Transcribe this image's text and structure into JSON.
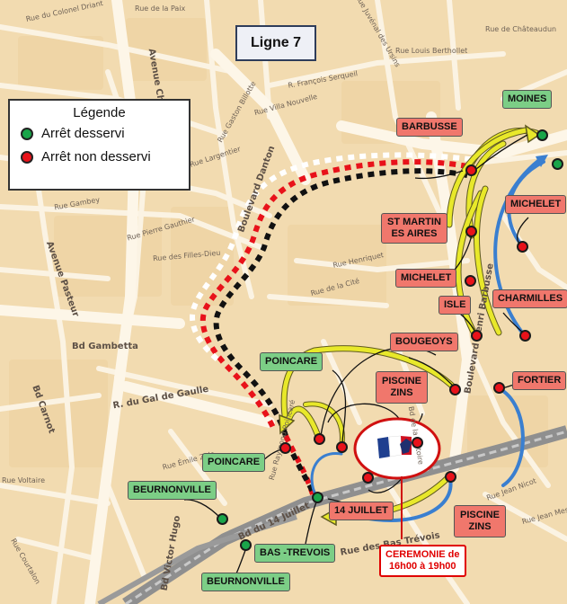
{
  "title": "Ligne 7",
  "legend": {
    "title": "Légende",
    "served": "Arrêt desservi",
    "not_served": "Arrêt non desservi"
  },
  "colors": {
    "served": "#1aa54a",
    "not_served": "#e8121a",
    "label_red": "#f0776c",
    "label_green": "#7cce86",
    "detour_arrow": "#e8e82a",
    "blue_arrow": "#3a7fd0"
  },
  "stops": [
    {
      "name": "MOINES",
      "status": "served"
    },
    {
      "name": "BARBUSSE",
      "status": "not_served"
    },
    {
      "name": "MICHELET",
      "status": "not_served"
    },
    {
      "name": "ST MARTIN ES AIRES",
      "status": "not_served"
    },
    {
      "name": "MICHELET",
      "status": "not_served"
    },
    {
      "name": "CHARMILLES",
      "status": "not_served"
    },
    {
      "name": "ISLE",
      "status": "not_served"
    },
    {
      "name": "BOUGEOYS",
      "status": "not_served"
    },
    {
      "name": "FORTIER",
      "status": "not_served"
    },
    {
      "name": "PISCINE ZINS",
      "status": "not_served"
    },
    {
      "name": "POINCARE",
      "status": "served"
    },
    {
      "name": "POINCARE",
      "status": "not_served"
    },
    {
      "name": "BEURNONVILLE",
      "status": "served"
    },
    {
      "name": "BEURNONVILLE",
      "status": "served"
    },
    {
      "name": "BAS -TREVOIS",
      "status": "served"
    },
    {
      "name": "14 JUILLET",
      "status": "not_served"
    },
    {
      "name": "PISCINE ZINS",
      "status": "not_served"
    }
  ],
  "labels": {
    "moines": "MOINES",
    "barbusse": "BARBUSSE",
    "michelet_right": "MICHELET",
    "st_martin_1": "ST MARTIN",
    "st_martin_2": "ES AIRES",
    "michelet_left": "MICHELET",
    "charmilles": "CHARMILLES",
    "isle": "ISLE",
    "bougeoys": "BOUGEOYS",
    "fortier": "FORTIER",
    "piscine_top_1": "PISCINE",
    "piscine_top_2": "ZINS",
    "poincare_top": "POINCARE",
    "poincare_bottom": "POINCARE",
    "beurnonville_top": "BEURNONVILLE",
    "beurnonville_bottom": "BEURNONVILLE",
    "bas_trevois": "BAS -TREVOIS",
    "juillet": "14 JUILLET",
    "piscine_bottom_1": "PISCINE",
    "piscine_bottom_2": "ZINS",
    "ceremonie_1": "CEREMONIE de",
    "ceremonie_2": "16h00 à 19h00"
  },
  "streets": {
    "s1": "Rue du Colonel Driant",
    "s2": "Rue de la Paix",
    "s3": "Rue Gaston Billotte",
    "s4": "Rue Louis Berthollet",
    "s5": "Rue de Châteaudun",
    "s6": "Rue Largentier",
    "s7": "Rue Pierre Gauthier",
    "s8": "Boulevard Danton",
    "s9": "Bd Gambetta",
    "s10": "Avenue Pasteur",
    "s11": "Bd Carnot",
    "s12": "R. du Gal de Gaulle",
    "s13": "Rue des Filles-Dieu",
    "s14": "Rue de la Cité",
    "s15": "Rue Émile Zola",
    "s16": "Bd Victor Hugo",
    "s17": "Bd du 14 Juillet",
    "s18": "Rue des Bas Trévois",
    "s19": "Boulevard Henri Barbusse",
    "s20": "Rue Jean Mesny",
    "s21": "Avenue Chomedey",
    "s22": "Rue Courtalon",
    "s23": "Rue Juvénal des Ursins",
    "s24": "Rue Gambey",
    "s25": "Rue Henriquet",
    "s26": "Rue Raymond Poincaré",
    "s27": "Rue Voltaire",
    "s28": "R. François Serqueil",
    "s29": "Bd de la Victoire",
    "s30": "Rue Villa Nouvelle",
    "s31": "Rue Jean Nicot"
  }
}
